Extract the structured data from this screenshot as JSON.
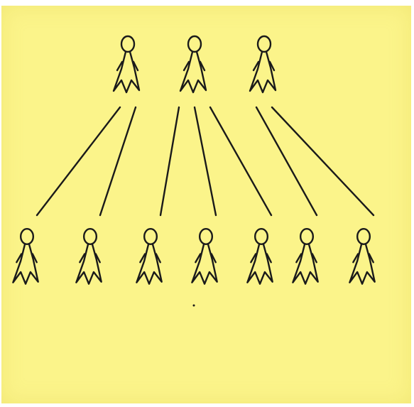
{
  "note": {
    "background_color": "#fbf48a",
    "ink_color": "#1a1a1a"
  },
  "diagram": {
    "type": "hierarchy-sketch",
    "levels": [
      {
        "role": "top",
        "figure_count": 3
      },
      {
        "role": "bottom",
        "figure_count": 7
      }
    ],
    "connections": [
      {
        "from": 0,
        "to": 0
      },
      {
        "from": 0,
        "to": 1
      },
      {
        "from": 1,
        "to": 2
      },
      {
        "from": 1,
        "to": 3
      },
      {
        "from": 1,
        "to": 4
      },
      {
        "from": 2,
        "to": 5
      },
      {
        "from": 2,
        "to": 6
      }
    ]
  }
}
